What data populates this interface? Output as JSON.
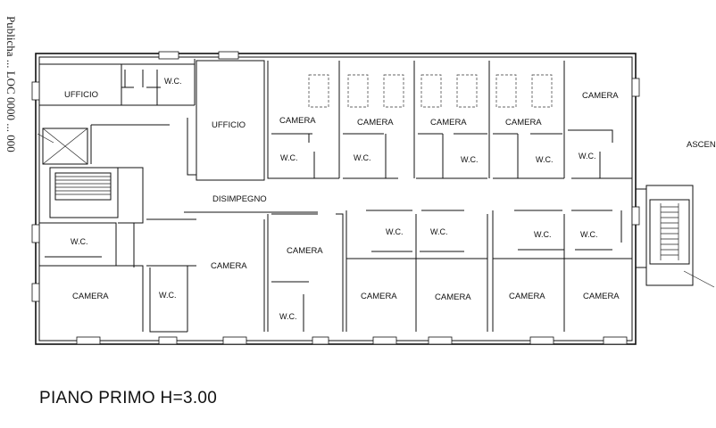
{
  "plan": {
    "title": "PIANO PRIMO H=3.00",
    "side_text": "Publicha ... LOC 0000 ... 000",
    "rooms": {
      "ufficio_1": "UFFICIO",
      "wc_top_left": "W.C.",
      "ufficio_2": "UFFICIO",
      "camera_1": "CAMERA",
      "wc_1": "W.C.",
      "camera_2": "CAMERA",
      "wc_2": "W.C.",
      "camera_3": "CAMERA",
      "wc_3": "W.C.",
      "camera_4": "CAMERA",
      "wc_4": "W.C.",
      "camera_5": "CAMERA",
      "wc_5": "W.C.",
      "corridor": "DISIMPEGNO",
      "wc_left": "W.C.",
      "camera_left": "CAMERA",
      "wc_mid": "W.C.",
      "camera_mid": "CAMERA",
      "camera_center": "CAMERA",
      "wc_center": "W.C.",
      "wc_b1": "W.C.",
      "wc_b2": "W.C.",
      "camera_b1": "CAMERA",
      "camera_b2": "CAMERA",
      "wc_b3": "W.C.",
      "wc_b4": "W.C.",
      "camera_b3": "CAMERA",
      "camera_b4": "CAMERA",
      "ascensore": "ASCEN"
    }
  }
}
